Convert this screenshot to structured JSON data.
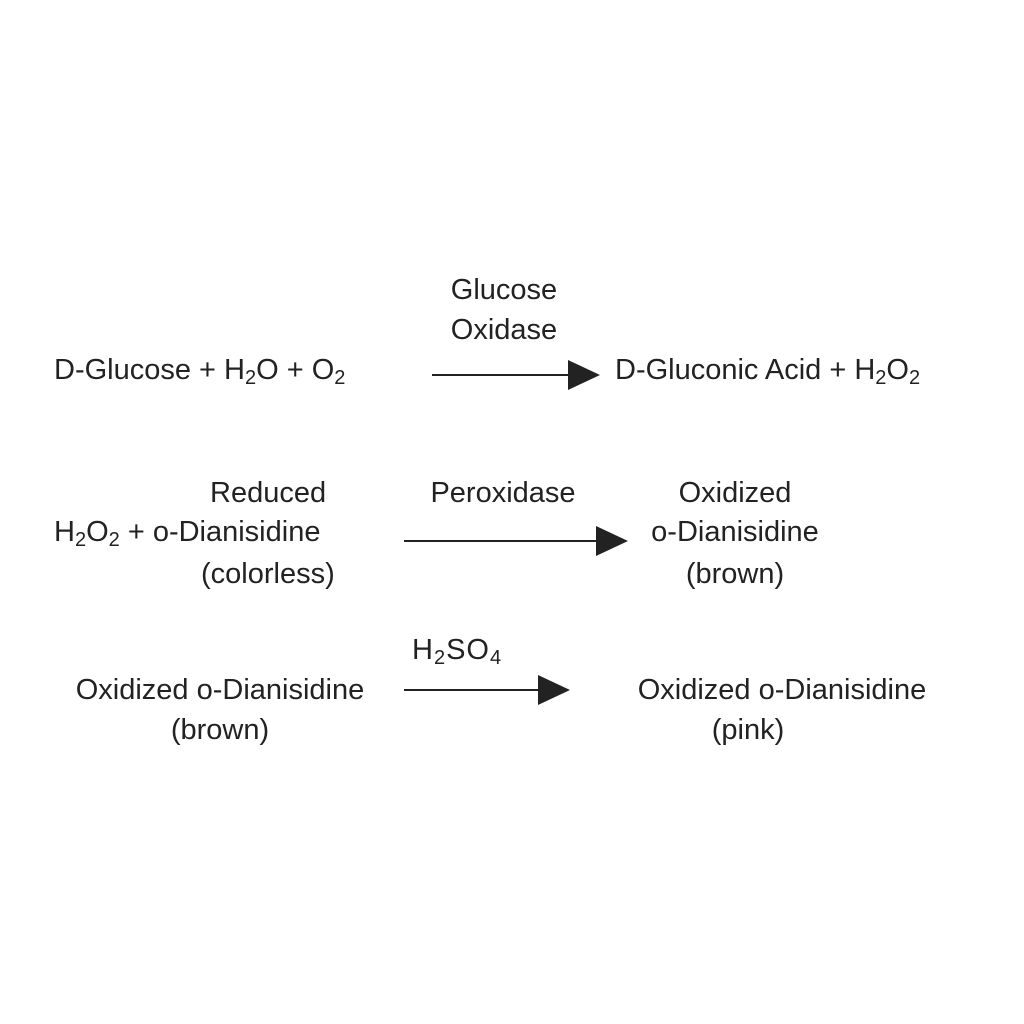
{
  "reaction1": {
    "left": {
      "a": "D-Glucose + H",
      "s1": "2",
      "b": "O + O",
      "s2": "2"
    },
    "enzyme": {
      "line1": "Glucose",
      "line2": "Oxidase"
    },
    "right": {
      "a": "D-Gluconic Acid + H",
      "s1": "2",
      "b": "O",
      "s2": "2"
    }
  },
  "reaction2": {
    "left": {
      "top": "Reduced",
      "a": "H",
      "s1": "2",
      "b": "O",
      "s2": "2",
      "c": " + o-Dianisidine",
      "bottom": "(colorless)"
    },
    "enzyme": "Peroxidase",
    "right": {
      "line1": "Oxidized",
      "line2": "o-Dianisidine",
      "line3": "(brown)"
    }
  },
  "reaction3": {
    "left": {
      "line1": "Oxidized o-Dianisidine",
      "line2": "(brown)"
    },
    "reagent": {
      "a": "H",
      "s1": "2",
      "b": "SO",
      "s2": "4"
    },
    "right": {
      "line1": "Oxidized o-Dianisidine",
      "line2": "(pink)"
    }
  }
}
